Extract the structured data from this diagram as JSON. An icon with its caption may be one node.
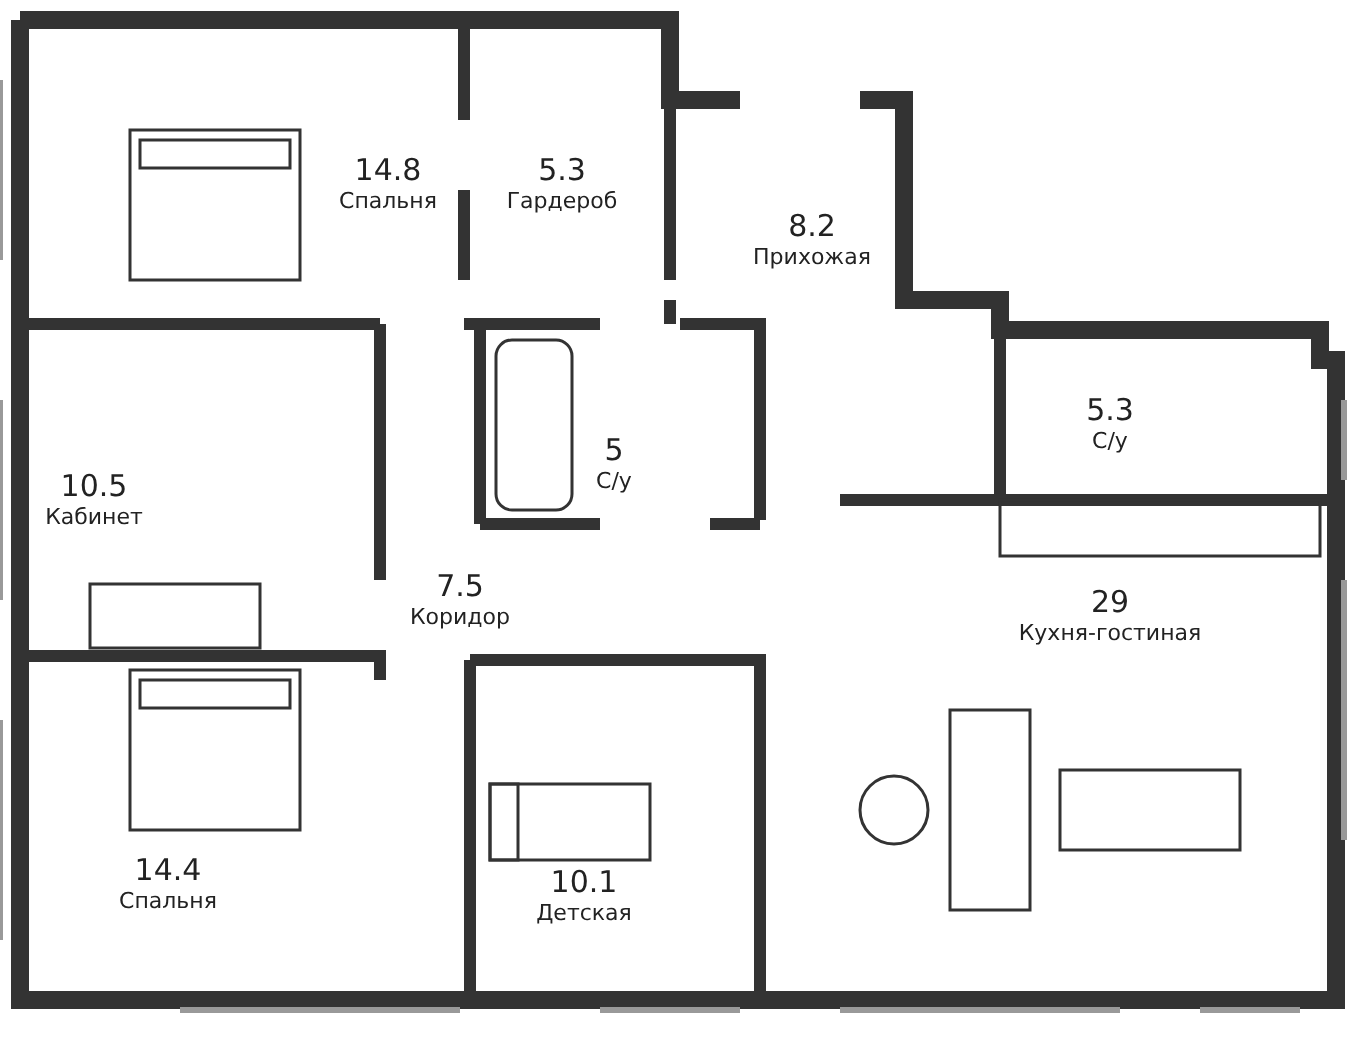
{
  "diagram": {
    "nodes": [
      {
        "text": [
          "14.8",
          "Спальня"
        ]
      },
      {
        "text": [
          "5.3",
          "Гардероб"
        ]
      },
      {
        "text": [
          "8.2",
          "Прихожая"
        ]
      },
      {
        "text": [
          "10.5",
          "Кабинет"
        ]
      },
      {
        "text": [
          "5",
          "С/у"
        ]
      },
      {
        "text": [
          "5.3",
          "С/у"
        ]
      },
      {
        "text": [
          "7.5",
          "Коридор"
        ]
      },
      {
        "text": [
          "29",
          "Кухня-гостиная"
        ]
      },
      {
        "text": [
          "14.4",
          "Спальня"
        ]
      },
      {
        "text": [
          "10.1",
          "Детская"
        ]
      }
    ]
  }
}
